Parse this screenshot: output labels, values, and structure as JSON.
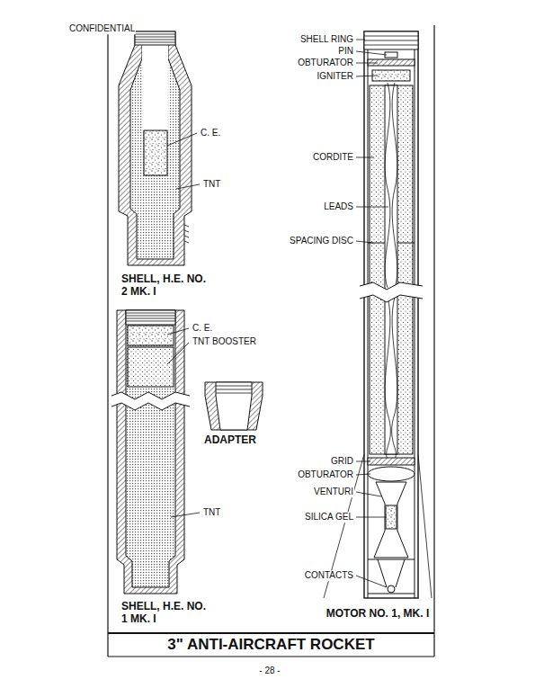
{
  "diagram": {
    "title": "3\" ANTI-AIRCRAFT ROCKET",
    "labels": [
      "CONFIDENTIAL",
      "C. E.",
      "TNT",
      "SHELL, H.E. NO. 2 MK. I",
      "C. E.",
      "TNT BOOSTER",
      "ADAPTER",
      "TNT",
      "SHELL, H.E. NO. 1 MK. I",
      "SHELL RING",
      "PIN",
      "OBTURATOR",
      "IGNITER",
      "CORDITE",
      "LEADS",
      "SPACING DISC",
      "GRID",
      "OBTURATOR",
      "VENTURI",
      "SILICA GEL",
      "CONTACTS",
      "MOTOR NO. 1, MK. I",
      "- 28 -"
    ]
  }
}
